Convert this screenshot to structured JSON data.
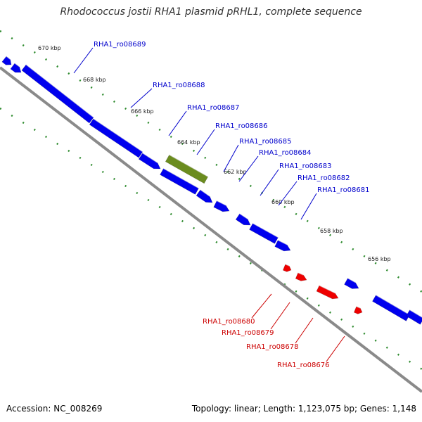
{
  "title": "Rhodococcus jostii RHA1 plasmid pRHL1, complete sequence",
  "footer": {
    "accession": "Accession: NC_008269",
    "summary": "Topology: linear; Length: 1,123,075 bp; Genes: 1,148"
  },
  "colors": {
    "forward_gene": "#0000ee",
    "reverse_gene": "#ee0000",
    "highlight_gene": "#6b8c1f",
    "backbone": "#8a8a8a",
    "tick": "#2e8b2e",
    "forward_label": "#0000cc",
    "reverse_label": "#cc0000"
  },
  "ticks": [
    {
      "label": "670 kbp"
    },
    {
      "label": "668 kbp"
    },
    {
      "label": "666 kbp"
    },
    {
      "label": "664 kbp"
    },
    {
      "label": "662 kbp"
    },
    {
      "label": "660 kbp"
    },
    {
      "label": "658 kbp"
    },
    {
      "label": "656 kbp"
    }
  ],
  "forward_genes": [
    {
      "label": "RHA1_ro08689"
    },
    {
      "label": "RHA1_ro08688"
    },
    {
      "label": "RHA1_ro08687"
    },
    {
      "label": "RHA1_ro08686"
    },
    {
      "label": "RHA1_ro08685"
    },
    {
      "label": "RHA1_ro08684"
    },
    {
      "label": "RHA1_ro08683"
    },
    {
      "label": "RHA1_ro08682"
    },
    {
      "label": "RHA1_ro08681"
    }
  ],
  "reverse_genes": [
    {
      "label": "RHA1_ro08680"
    },
    {
      "label": "RHA1_ro08679"
    },
    {
      "label": "RHA1_ro08678"
    },
    {
      "label": "RHA1_ro08676"
    }
  ]
}
